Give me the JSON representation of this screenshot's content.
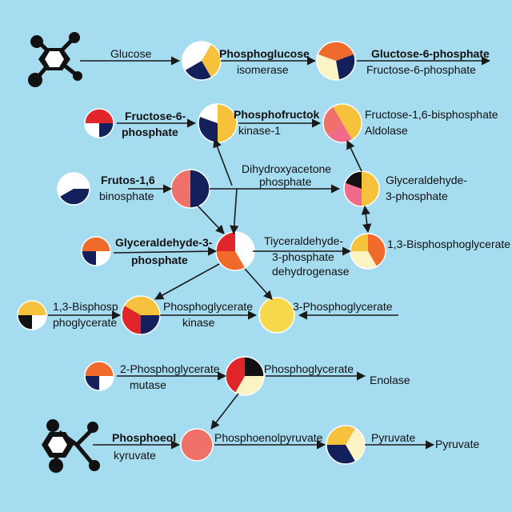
{
  "colors": {
    "background": "#a6dcf0",
    "red": "#e0262b",
    "navy": "#13205c",
    "cream": "#fbf3c4",
    "yellow": "#f6c23c",
    "orange": "#f06a2c",
    "coral": "#f0706a",
    "pink": "#f26a8a",
    "black": "#111111",
    "white": "#ffffff",
    "gold": "#f7d84a"
  },
  "icons": [
    "molecule-icon",
    "pie-node-icon",
    "arrow-icon"
  ],
  "labels": {
    "glucose": "Glucose",
    "phosphoglucose": "Phosphoglucose",
    "isomerase": "isomerase",
    "gluctose6p": "Gluctose-6-phosphate",
    "fructose6p_right": "Fructose-6-phosphate",
    "fructose6_l1": "Fructose-6-",
    "fructose6_l2": "phosphate",
    "phosphofructok": "Phosphofructok",
    "kinase1": "kinase-1",
    "fructose16bp": "Fructose-1,6-bisphosphate",
    "aldolase": "Aldolase",
    "frutos16_l1": "Frutos-1,6",
    "frutos16_l2": "binosphate",
    "dihydroxy_l1": "Dihydroxyacetone",
    "dihydroxy_l2": "phosphate",
    "glyceraldehyde_r1": "Glyceraldehyde-",
    "glyceraldehyde_r2": "3-phosphate",
    "glyceraldehyde3_l1": "Glyceraldehyde-3-",
    "glyceraldehyde3_l2": "phosphate",
    "tiyceraldehyde_l1": "Tiyceraldehyde-",
    "tiyceraldehyde_l2": "3-phosphate",
    "tiyceraldehyde_l3": "dehydrogenase",
    "bpg13_right": "1,3-Bisphosphoglycerate",
    "bpg13_l1": "1,3-Bisphosp",
    "bpg13_l2": "phoglycerate",
    "phosphoglycerate": "Phosphoglycerate",
    "kinase": "kinase",
    "pg3": "3-Phosphoglycerate",
    "pg2": "2-Phosphoglycerate",
    "mutase": "mutase",
    "phosphoglycerate2": "Phosphoglycerate",
    "enolase": "Enolase",
    "phosphoeol": "Phosphoeol",
    "kyruvate": "kyruvate",
    "pep": "Phosphoenolpyruvate",
    "pyruvate1": "Pyruvate",
    "pyruvate2": "Pyruvate"
  }
}
